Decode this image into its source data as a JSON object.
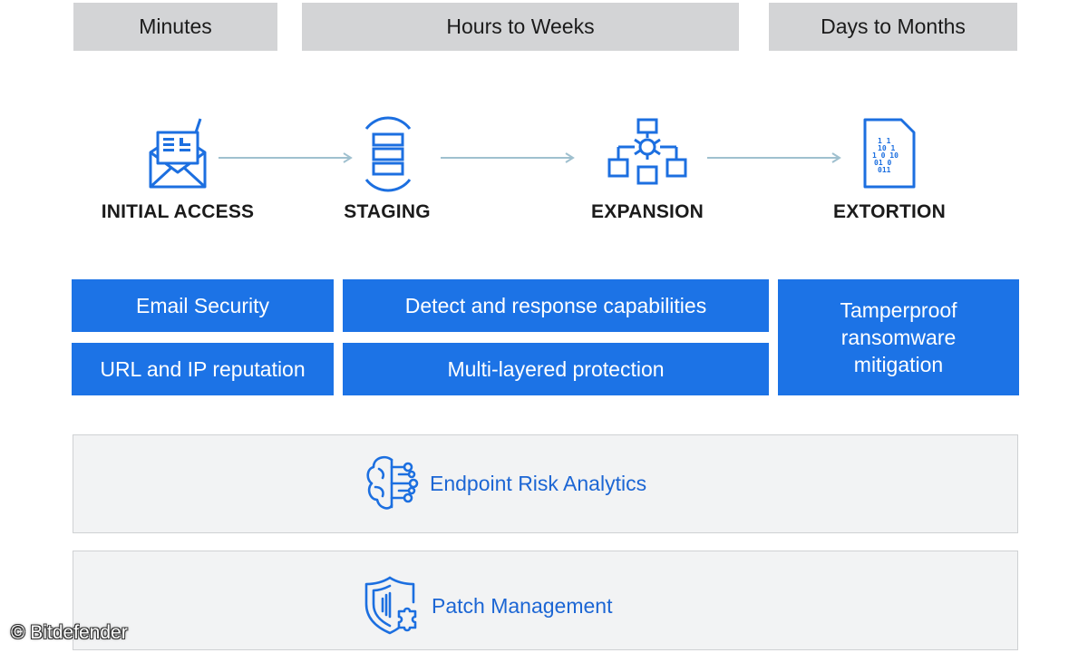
{
  "phases": [
    "Minutes",
    "Hours to Weeks",
    "Days to Months"
  ],
  "stages": [
    "INITIAL ACCESS",
    "STAGING",
    "EXPANSION",
    "EXTORTION"
  ],
  "protections": {
    "email_security": "Email Security",
    "url_ip_reputation": "URL and IP reputation",
    "detect_response": "Detect and response capabilities",
    "multi_layered": "Multi-layered protection",
    "tamperproof": "Tamperproof ransomware mitigation"
  },
  "bands": [
    "Endpoint Risk Analytics",
    "Patch Management"
  ],
  "icons": {
    "initial_access": "envelope-icon",
    "staging": "database-stack-icon",
    "expansion": "network-bug-icon",
    "extortion": "binary-file-icon",
    "risk_analytics": "brain-circuit-icon",
    "patch_management": "shield-puzzle-icon"
  },
  "credit": "© Bitdefender",
  "colors": {
    "phase_bg": "#d3d4d6",
    "protection_blue": "#1c73e6",
    "band_bg": "#f2f3f4",
    "band_text": "#1c66d4",
    "arrow": "#9fc0cf"
  }
}
